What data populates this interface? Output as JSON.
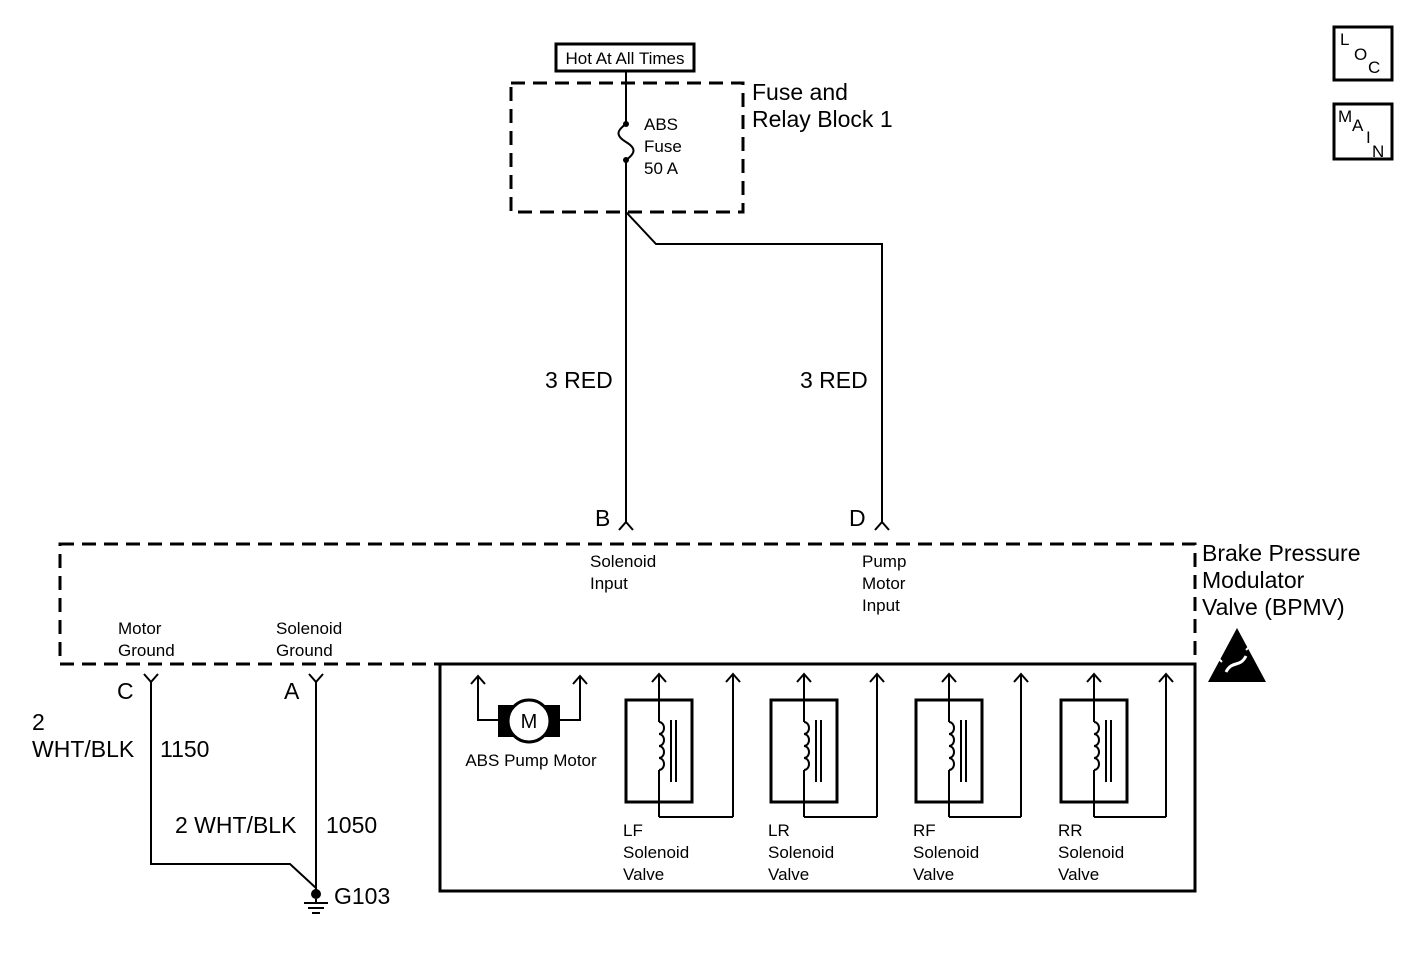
{
  "power": {
    "hot_label": "Hot At All Times"
  },
  "fuse_block": {
    "title_line1": "Fuse and",
    "title_line2": "Relay Block 1",
    "fuse_line1": "ABS",
    "fuse_line2": "Fuse",
    "fuse_line3": "50 A"
  },
  "wires": {
    "red_left": "3 RED",
    "red_right": "3 RED",
    "motor_ground_size": "2",
    "motor_ground_color": "WHT/BLK",
    "motor_ground_circuit": "1150",
    "solenoid_ground_wire": "2 WHT/BLK",
    "solenoid_ground_circuit": "1050"
  },
  "connectors": {
    "b": {
      "letter": "B",
      "label_line1": "Solenoid",
      "label_line2": "Input"
    },
    "d": {
      "letter": "D",
      "label_line1": "Pump",
      "label_line2": "Motor",
      "label_line3": "Input"
    },
    "c": {
      "letter": "C",
      "label_line1": "Motor",
      "label_line2": "Ground"
    },
    "a": {
      "letter": "A",
      "label_line1": "Solenoid",
      "label_line2": "Ground"
    }
  },
  "bpmv": {
    "title_line1": "Brake Pressure",
    "title_line2": "Modulator",
    "title_line3": "Valve (BPMV)",
    "motor_symbol": "M",
    "motor_label": "ABS Pump Motor",
    "solenoids": [
      {
        "line1": "LF",
        "line2": "Solenoid",
        "line3": "Valve"
      },
      {
        "line1": "LR",
        "line2": "Solenoid",
        "line3": "Valve"
      },
      {
        "line1": "RF",
        "line2": "Solenoid",
        "line3": "Valve"
      },
      {
        "line1": "RR",
        "line2": "Solenoid",
        "line3": "Valve"
      }
    ]
  },
  "ground": {
    "label": "G103"
  },
  "nav": {
    "loc": {
      "l": "L",
      "o": "O",
      "c": "C"
    },
    "main": {
      "m": "M",
      "a": "A",
      "i": "I",
      "n": "N"
    }
  },
  "icons": {
    "esd": "esd-warning-icon"
  }
}
